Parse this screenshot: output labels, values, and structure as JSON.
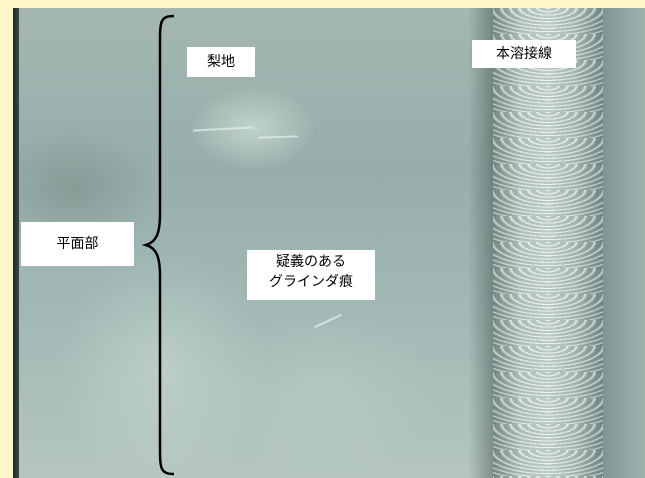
{
  "labels": {
    "base_metal": "梨地",
    "weld_line": "本溶接線",
    "flat_part": "平面部",
    "grinding_line1": "疑義のある",
    "grinding_line2": "グラインダ痕"
  }
}
